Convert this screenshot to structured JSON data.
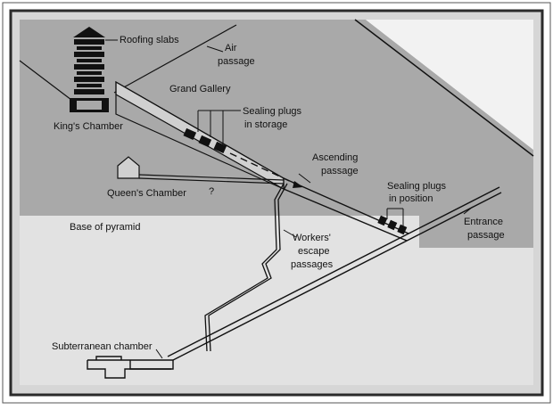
{
  "colors": {
    "pyramid": "#a9a9a9",
    "ground": "#e2e2e2",
    "sky": "#f2f2f2",
    "line": "#111111",
    "frame": "#2b2b2b"
  },
  "labels": {
    "roofing_slabs": "Roofing slabs",
    "air_passage_1": "Air",
    "air_passage_2": "passage",
    "grand_gallery": "Grand Gallery",
    "sealing_storage_1": "Sealing plugs",
    "sealing_storage_2": "in storage",
    "kings_chamber": "King's Chamber",
    "ascending_1": "Ascending",
    "ascending_2": "passage",
    "queens_chamber": "Queen's Chamber",
    "question_mark": "?",
    "sealing_position_1": "Sealing plugs",
    "sealing_position_2": "in position",
    "base_of_pyramid": "Base of pyramid",
    "workers_1": "Workers'",
    "workers_2": "escape",
    "workers_3": "passages",
    "entrance_1": "Entrance",
    "entrance_2": "passage",
    "subterranean": "Subterranean chamber"
  }
}
